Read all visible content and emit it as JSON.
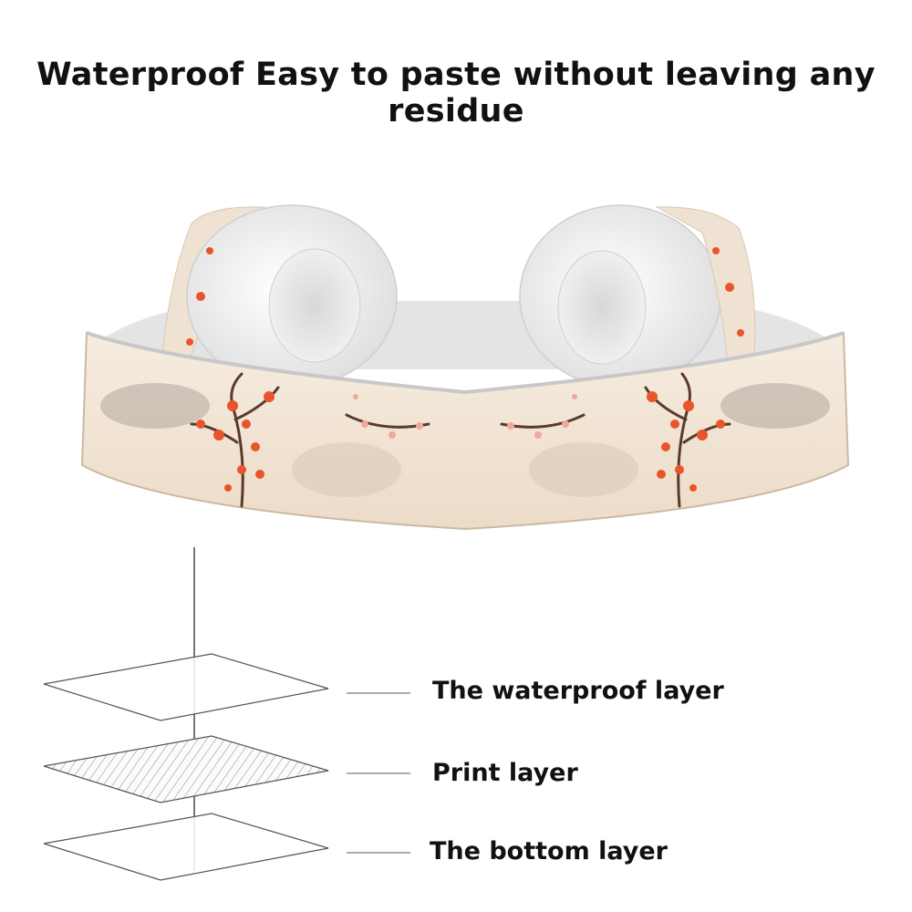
{
  "headline": "Waterproof Easy to paste without leaving any residue",
  "product": {
    "name_icon": "headphones-skin-icon",
    "pattern_icon": "plum-blossom-pattern-icon",
    "colors": {
      "skin": "#f2e6d6",
      "blossom": "#e8542c",
      "branch": "#5a3a2a",
      "cushion": "#f3f3f3"
    }
  },
  "layers": [
    {
      "label": "The waterproof layer",
      "icon": "plain-sheet-icon"
    },
    {
      "label": "Print layer",
      "icon": "hatched-sheet-icon"
    },
    {
      "label": "The bottom layer",
      "icon": "plain-sheet-icon"
    }
  ]
}
